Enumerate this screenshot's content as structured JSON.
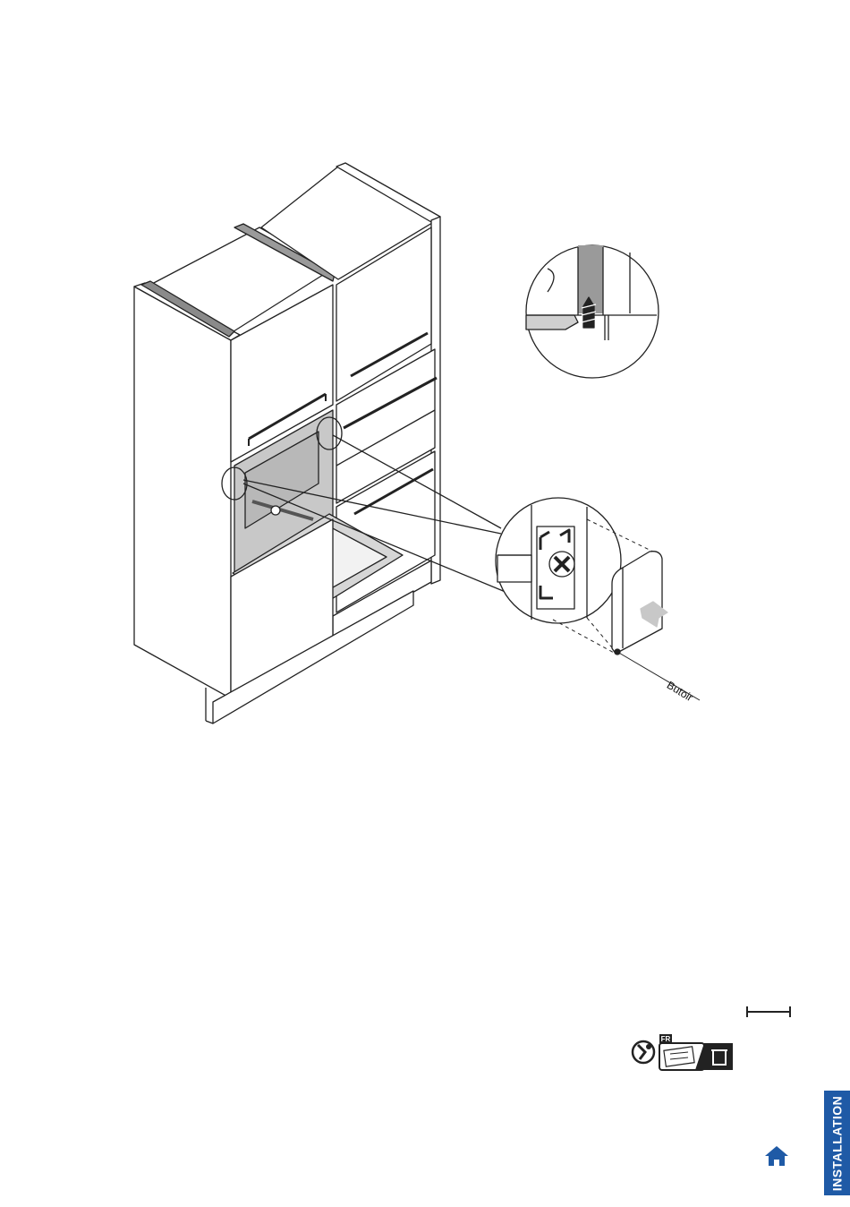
{
  "figure": {
    "callout_label": "Butoir"
  },
  "badges": {
    "language_code": "FR"
  },
  "sidebar": {
    "section_tab": "INSTALLATION"
  },
  "icons": {
    "home": "home-icon",
    "safety": "safety-warning-icon",
    "manual": "manual-icon",
    "recycle": "recycle-bin-icon"
  },
  "colors": {
    "accent_blue": "#1f5aa6",
    "line": "#222222",
    "grey_fill": "#d4d4d4"
  }
}
